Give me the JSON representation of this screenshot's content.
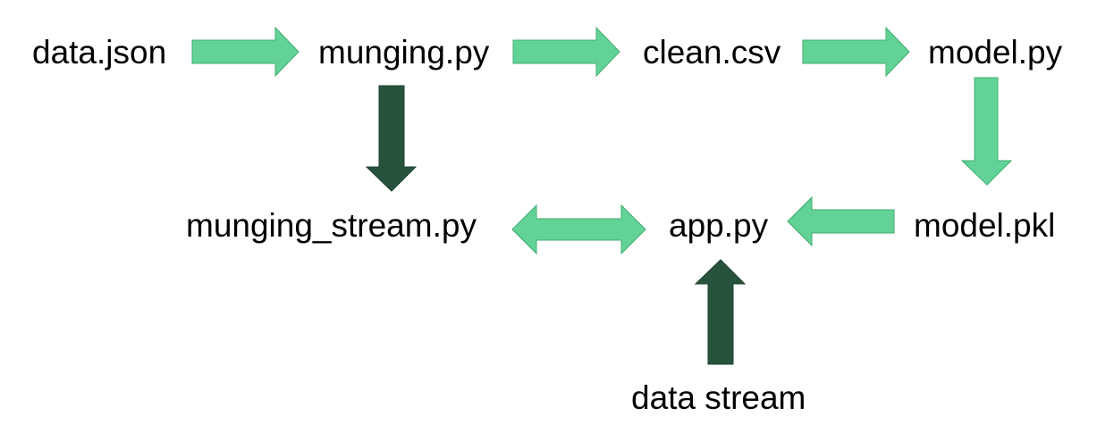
{
  "colors": {
    "light_arrow_fill": "#63d297",
    "light_arrow_stroke": "#3fae6f",
    "dark_arrow_fill": "#27523c",
    "dark_arrow_stroke": "#1e4330",
    "text": "#000000"
  },
  "nodes": {
    "data_json": "data.json",
    "munging_py": "munging.py",
    "clean_csv": "clean.csv",
    "model_py": "model.py",
    "munging_stream_py": "munging_stream.py",
    "app_py": "app.py",
    "model_pkl": "model.pkl",
    "data_stream": "data stream"
  },
  "edges": [
    {
      "from": "data.json",
      "to": "munging.py",
      "style": "light"
    },
    {
      "from": "munging.py",
      "to": "clean.csv",
      "style": "light"
    },
    {
      "from": "clean.csv",
      "to": "model.py",
      "style": "light"
    },
    {
      "from": "model.py",
      "to": "model.pkl",
      "style": "light"
    },
    {
      "from": "model.pkl",
      "to": "app.py",
      "style": "light"
    },
    {
      "from": "munging.py",
      "to": "munging_stream.py",
      "style": "dark"
    },
    {
      "from": "munging_stream.py",
      "to": "app.py",
      "style": "light",
      "bidirectional": true
    },
    {
      "from": "data stream",
      "to": "app.py",
      "style": "dark"
    }
  ]
}
